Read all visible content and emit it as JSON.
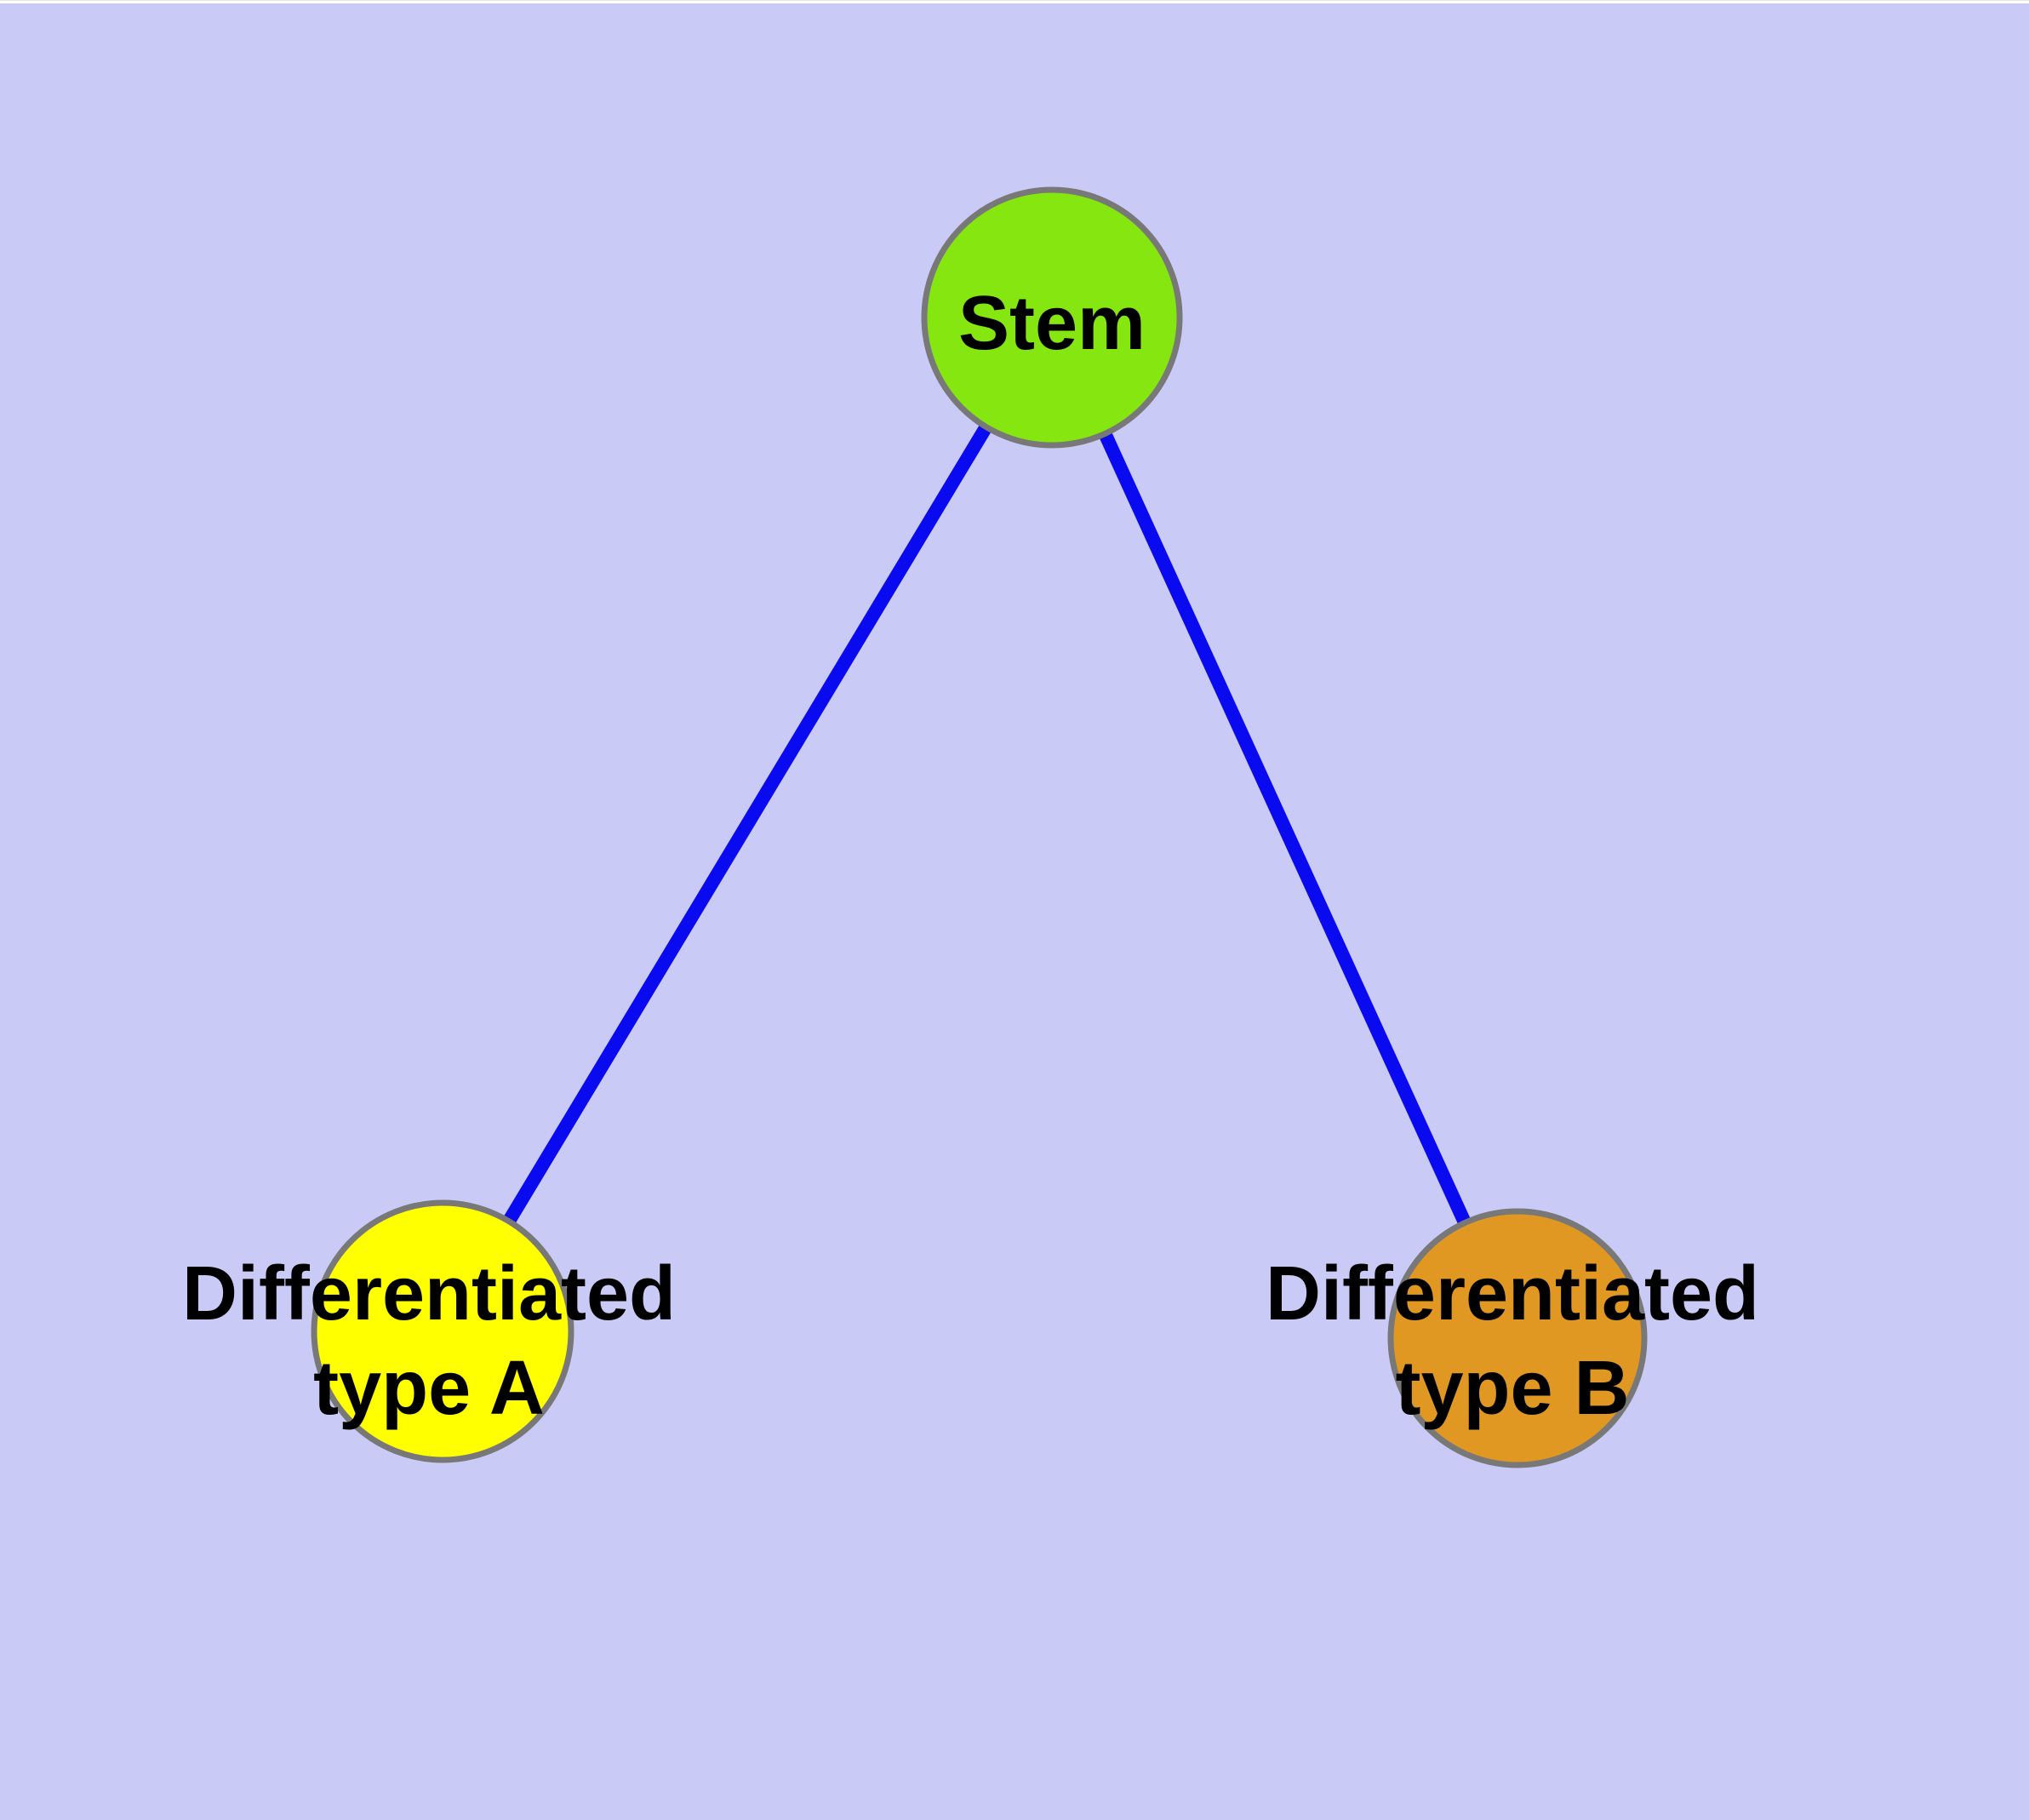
{
  "diagram": {
    "type": "graph",
    "background_color": "#cacaf6",
    "edge_color": "#0a0af0",
    "node_border_color": "#787878",
    "label_color": "#000000",
    "nodes": [
      {
        "id": "stem",
        "label": "Stem",
        "fill": "#85e70f"
      },
      {
        "id": "differentiated-type-a",
        "label": "Differentiated type A",
        "label_line1": "Differentiated",
        "label_line2": "type A",
        "fill": "#ffff00"
      },
      {
        "id": "differentiated-type-b",
        "label": "Differentiated type B",
        "label_line1": "Differentiated",
        "label_line2": "type B",
        "fill": "#e09822"
      }
    ],
    "edges": [
      {
        "from": "Stem",
        "to": "Differentiated type A"
      },
      {
        "from": "Stem",
        "to": "Differentiated type B"
      }
    ]
  }
}
